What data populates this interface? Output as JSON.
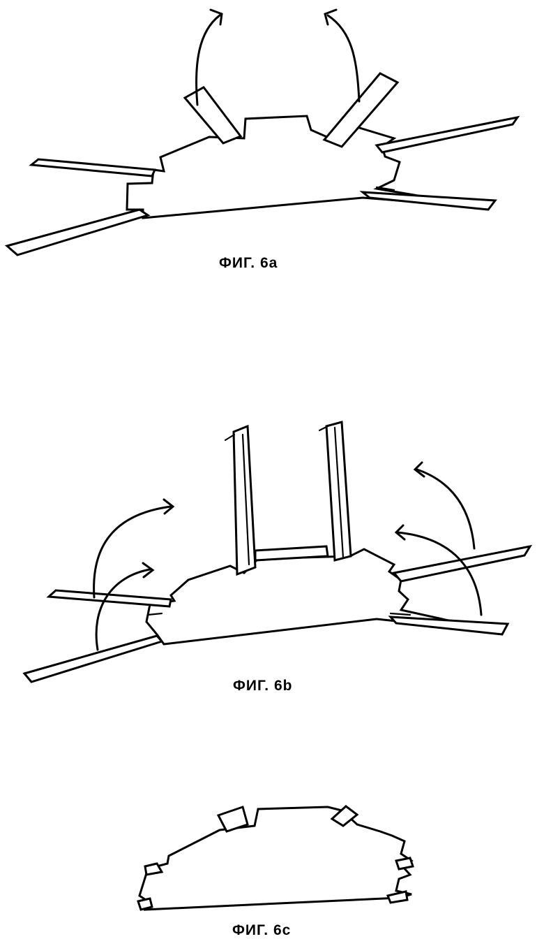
{
  "figures": {
    "a": {
      "caption": "ФИГ. 6a"
    },
    "b": {
      "caption": "ФИГ. 6b"
    },
    "c": {
      "caption": "ФИГ. 6c"
    }
  }
}
